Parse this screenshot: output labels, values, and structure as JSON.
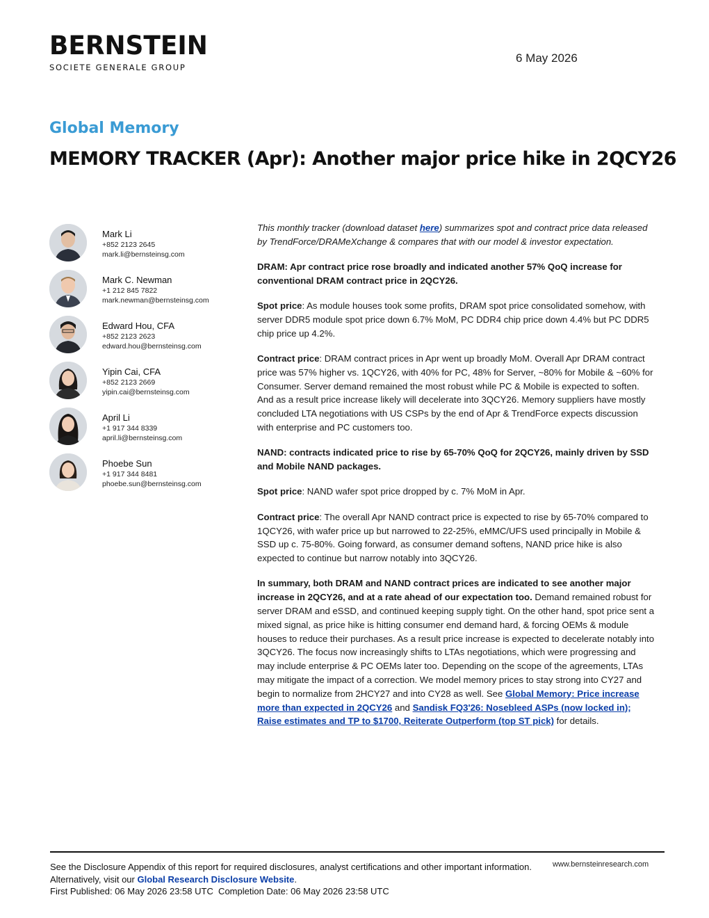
{
  "brand": {
    "name": "BERNSTEIN",
    "subline": "SOCIETE GENERALE GROUP"
  },
  "date": "6 May 2026",
  "sector": "Global Memory",
  "headline": "MEMORY TRACKER (Apr): Another major price hike in 2QCY26",
  "analysts": [
    {
      "name": "Mark Li",
      "phone": "+852 2123 2645",
      "email": "mark.li@bernsteinsg.com"
    },
    {
      "name": "Mark C. Newman",
      "phone": "+1 212 845 7822",
      "email": "mark.newman@bernsteinsg.com"
    },
    {
      "name": "Edward Hou, CFA",
      "phone": "+852 2123 2623",
      "email": "edward.hou@bernsteinsg.com"
    },
    {
      "name": "Yipin Cai, CFA",
      "phone": "+852 2123 2669",
      "email": "yipin.cai@bernsteinsg.com"
    },
    {
      "name": "April Li",
      "phone": "+1 917 344 8339",
      "email": "april.li@bernsteinsg.com"
    },
    {
      "name": "Phoebe Sun",
      "phone": "+1 917 344 8481",
      "email": "phoebe.sun@bernsteinsg.com"
    }
  ],
  "intro": {
    "before": "This monthly tracker (download dataset ",
    "link": "here",
    "after": ") summarizes spot and contract price data released by TrendForce/DRAMeXchange & compares that with our model & investor expectation."
  },
  "dram_heading": "DRAM: Apr contract price rose broadly and indicated another 57% QoQ increase for conventional DRAM contract price in 2QCY26.",
  "dram_spot": {
    "label": "Spot price",
    "text": ": As module houses took some profits, DRAM spot price consolidated somehow, with server DDR5 module spot price down 6.7% MoM, PC DDR4 chip price down 4.4% but PC DDR5 chip price up 4.2%."
  },
  "dram_contract": {
    "label": "Contract price",
    "text": ": DRAM contract prices in Apr went up broadly MoM. Overall Apr DRAM contract price was 57% higher vs. 1QCY26, with 40% for PC, 48% for Server, ~80% for Mobile & ~60% for Consumer. Server demand remained the most robust while PC & Mobile is expected to soften. And as a result price increase likely will decelerate into 3QCY26. Memory suppliers have mostly concluded LTA negotiations with US CSPs by the end of Apr & TrendForce expects discussion with enterprise and PC customers too."
  },
  "nand_heading": "NAND: contracts indicated price to rise by 65-70% QoQ for 2QCY26, mainly driven by SSD and Mobile NAND packages.",
  "nand_spot": {
    "label": "Spot price",
    "text": ": NAND wafer spot price dropped by c. 7% MoM in Apr."
  },
  "nand_contract": {
    "label": "Contract price",
    "text": ": The overall Apr NAND contract price is expected to rise by 65-70% compared to 1QCY26, with wafer price up but narrowed to 22-25%, eMMC/UFS used principally in Mobile & SSD up c. 75-80%. Going forward, as consumer demand softens, NAND price hike is also expected to continue but narrow notably into 3QCY26."
  },
  "summary": {
    "bold": "In summary, both DRAM and NAND contract prices are indicated to see another major increase in 2QCY26, and at a rate ahead of our expectation too.",
    "text": " Demand remained robust for server DRAM and eSSD, and continued keeping supply tight. On the other hand, spot price sent a mixed signal, as price hike is hitting consumer end demand hard, & forcing OEMs & module houses to reduce their purchases. As a result price increase is expected to decelerate notably into 3QCY26. The focus now increasingly shifts to LTAs negotiations, which were progressing and may include enterprise & PC OEMs later too. Depending on the scope of the agreements, LTAs may mitigate the impact of a correction. We model memory prices to stay strong into CY27 and begin to normalize from 2HCY27 and into CY28 as well. See ",
    "link1": "Global Memory: Price increase more than expected in 2QCY26",
    "mid": " and ",
    "link2": "Sandisk FQ3'26: Nosebleed ASPs (now locked in); Raise estimates and TP to $1700, Reiterate Outperform (top ST pick)",
    "end": " for details."
  },
  "footer": {
    "disclosure": "See the Disclosure Appendix of this report for required disclosures, analyst certifications and other important information. Alternatively, visit our ",
    "link": "Global Research Disclosure Website",
    "period": ".",
    "published": "First Published: 06 May 2026 23:58 UTC  Completion Date: 06 May 2026 23:58 UTC",
    "url": "www.bernsteinresearch.com"
  },
  "colors": {
    "sector_blue": "#3a9bd4",
    "link_blue": "#0b3ea8"
  }
}
